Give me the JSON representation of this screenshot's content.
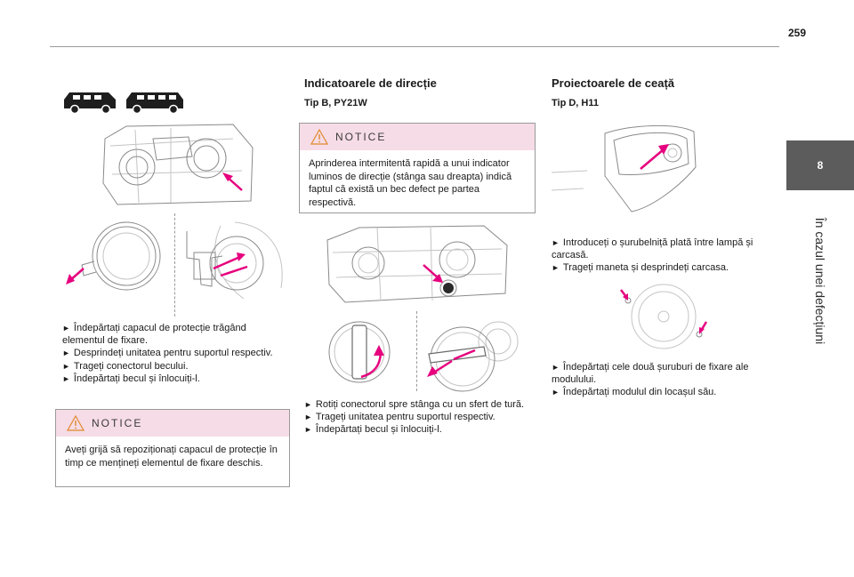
{
  "page": {
    "number": "259",
    "chapter_number": "8",
    "chapter_title": "În cazul unei defecțiuni"
  },
  "left": {
    "steps": [
      "Îndepărtați capacul de protecție trăgând elementul de fixare.",
      "Desprindeți unitatea pentru suportul respectiv.",
      "Trageți conectorul becului.",
      "Îndepărtați becul și înlocuiți-l."
    ],
    "notice": {
      "title": "NOTICE",
      "text": "Aveți grijă să repoziționați capacul de protecție în timp ce mențineți elementul de fixare deschis."
    }
  },
  "middle": {
    "heading": "Indicatoarele de direcție",
    "subheading": "Tip B, PY21W",
    "notice": {
      "title": "NOTICE",
      "text": "Aprinderea intermitentă rapidă a unui indicator luminos de direcție (stânga sau dreapta) indică faptul că există un bec defect pe partea respectivă."
    },
    "steps": [
      "Rotiți conectorul spre stânga cu un sfert de tură.",
      "Trageți unitatea pentru suportul respectiv.",
      "Îndepărtați becul și înlocuiți-l."
    ]
  },
  "right": {
    "heading": "Proiectoarele de ceață",
    "subheading": "Tip D, H11",
    "steps_a": [
      "Introduceți o șurubelniță plată între lampă și carcasă.",
      "Trageți maneta și desprindeți carcasa."
    ],
    "steps_b": [
      "Îndepărtați cele două șuruburi de fixare ale modulului.",
      "Îndepărtați modulul din locașul său."
    ]
  },
  "glyphs": {
    "bullet": "►"
  },
  "colors": {
    "accent": "#e6007e",
    "notice_header": "#f6dce6",
    "tab": "#5c5c5c"
  }
}
